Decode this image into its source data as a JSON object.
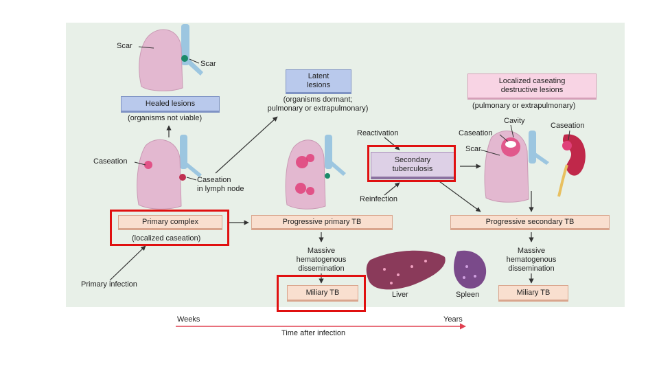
{
  "labels": {
    "scar_top": "Scar",
    "scar_node": "Scar",
    "healed_lesions": "Healed lesions",
    "organisms_not_viable": "(organisms not viable)",
    "caseation_left": "Caseation",
    "caseation_lymph_node": "Caseation\nin lymph node",
    "primary_complex": "Primary complex",
    "localized_caseation": "(localized caseation)",
    "primary_infection": "Primary infection",
    "latent_lesions": "Latent\nlesions",
    "organisms_dormant": "(organisms dormant;\npulmonary or extrapulmonary)",
    "reactivation": "Reactivation",
    "secondary_tb": "Secondary\ntuberculosis",
    "reinfection": "Reinfection",
    "progressive_primary_tb": "Progressive primary TB",
    "massive_left": "Massive\nhematogenous\ndissemination",
    "miliary_tb_left": "Miliary TB",
    "liver": "Liver",
    "spleen": "Spleen",
    "localized_caseating": "Localized caseating\ndestructive lesions",
    "pulm_or_extrapulm": "(pulmonary or extrapulmonary)",
    "cavity": "Cavity",
    "caseation_right": "Caseation",
    "caseation_kidney": "Caseation",
    "scar_right": "Scar",
    "progressive_secondary_tb": "Progressive secondary TB",
    "massive_right": "Massive\nhematogenous\ndissemination",
    "miliary_tb_right": "Miliary TB"
  },
  "timeline": {
    "start": "Weeks",
    "end": "Years",
    "caption": "Time after infection"
  },
  "colors": {
    "panel_bg": "#e8f0e8",
    "highlight": "#e01010",
    "timeline_arrow": "#e04050",
    "lung": "#e3b8d0",
    "trachea": "#9cc6e0"
  }
}
